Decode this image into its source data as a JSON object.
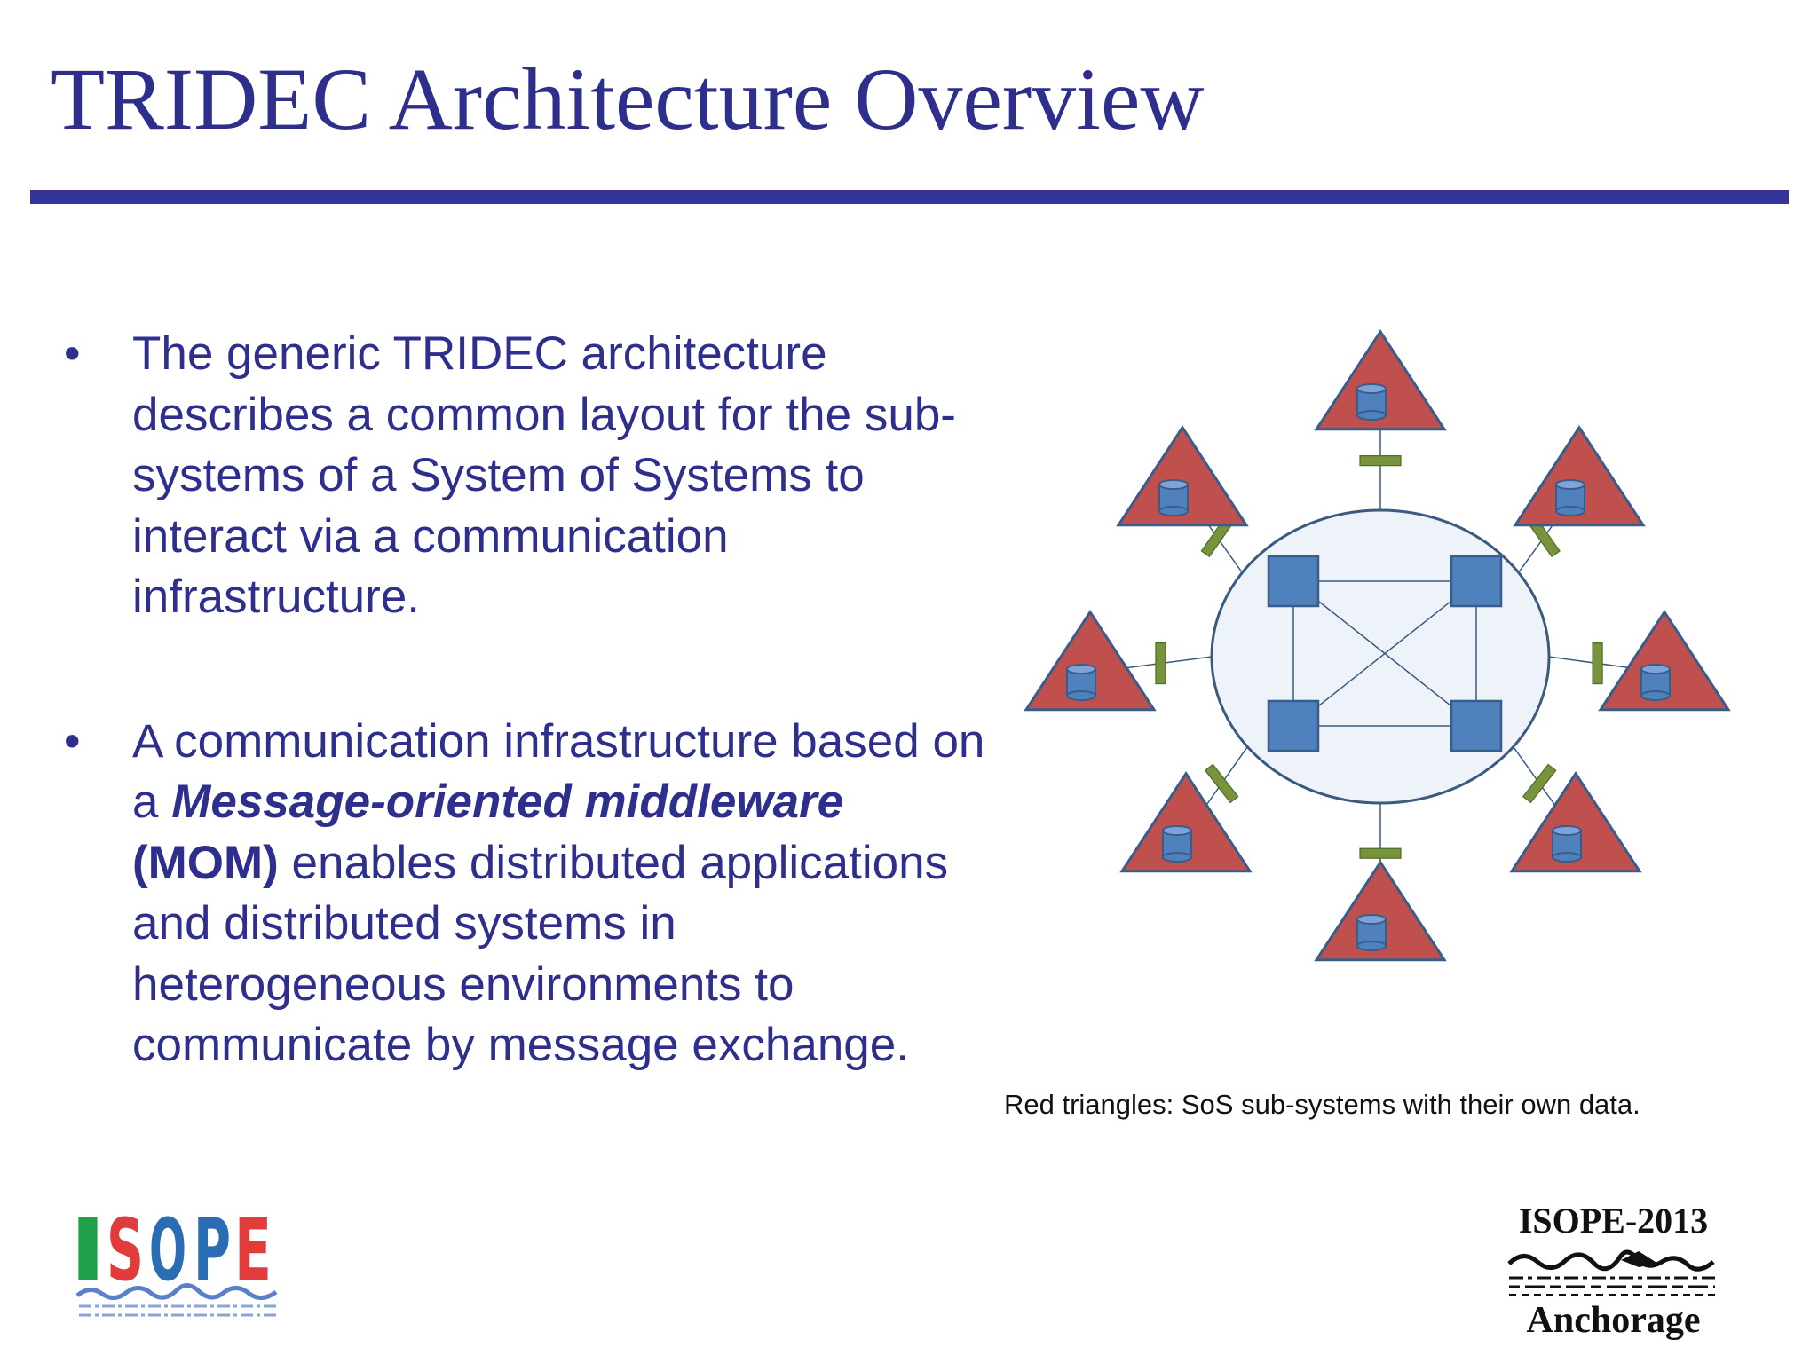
{
  "slide": {
    "title": "TRIDEC Architecture Overview"
  },
  "bullets": [
    {
      "marker": "•",
      "text": "The generic TRIDEC architecture describes a common layout for the sub-systems of a System of Systems to interact via a communication infrastructure."
    },
    {
      "marker": "•",
      "text_before": "A communication infrastructure based on a ",
      "emphasis": "Message-oriented middleware",
      "abbrev": " (MOM)",
      "text_after": " enables distributed applications and distributed systems in heterogeneous environments to communicate by message exchange."
    }
  ],
  "diagram": {
    "caption": "Red triangles: SoS sub-systems with their own data.",
    "colors": {
      "triangle": "#C0504D",
      "node": "#4F81BD",
      "hub_fill": "#EEF2F9",
      "stroke": "#3B5A80",
      "connector": "#77933C"
    },
    "subsystem_count": 8,
    "internal_node_count": 4
  },
  "logos": {
    "isope_letters": [
      "I",
      "S",
      "O",
      "P",
      "E"
    ],
    "isope_colors": [
      "#1FA14A",
      "#E23B3B",
      "#2A6DB5",
      "#2A6DB5",
      "#E23B3B"
    ],
    "conference": "ISOPE-2013",
    "city": "Anchorage"
  }
}
